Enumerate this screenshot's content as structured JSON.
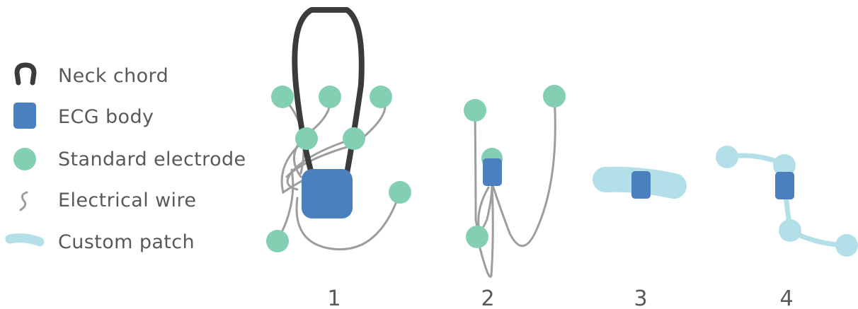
{
  "colors": {
    "neck_chord": "#3b3b3b",
    "ecg_body": "#4a80bd",
    "electrode": "#82cfb2",
    "wire": "#9d9d9d",
    "patch": "#b3dfe9",
    "text": "#595959"
  },
  "legend": [
    {
      "icon": "neck-chord-icon",
      "label": "Neck chord"
    },
    {
      "icon": "ecg-body-icon",
      "label": "ECG body"
    },
    {
      "icon": "electrode-icon",
      "label": "Standard electrode"
    },
    {
      "icon": "wire-icon",
      "label": "Electrical wire"
    },
    {
      "icon": "patch-icon",
      "label": "Custom patch"
    }
  ],
  "configurations": [
    {
      "label": "1"
    },
    {
      "label": "2"
    },
    {
      "label": "3"
    },
    {
      "label": "4"
    }
  ]
}
